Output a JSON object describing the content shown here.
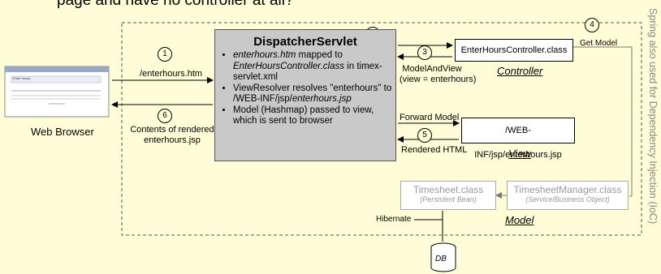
{
  "top_text": "page and have no controller at all?",
  "side_text": "Spring also used for Dependency Injection (IoC)",
  "browser": {
    "title": "Web Browser",
    "mini_title": "Enter Hours"
  },
  "steps": [
    "1",
    "2",
    "3",
    "4",
    "5",
    "6"
  ],
  "labels": {
    "request": "/enterhours.htm",
    "contents_line1": "Contents of rendered",
    "contents_line2": "enterhours.jsp",
    "model_and_view_line1": "ModelAndView",
    "model_and_view_line2": "(view = enterhours)",
    "get_model": "Get Model",
    "forward_model": "Forward Model",
    "rendered_html": "Rendered HTML",
    "hibernate": "Hibernate"
  },
  "dispatcher": {
    "title": "DispatcherServlet",
    "bullet1_a": "enterhours.htm",
    "bullet1_b": " mapped to ",
    "bullet1_c": "EnterHoursController.class",
    "bullet1_d": " in timex-servlet.xml",
    "bullet2_a": "ViewResolver resolves \"enterhours\" to /WEB-INF/jsp/",
    "bullet2_b": "enterhours.jsp",
    "bullet3": "Model (Hashmap) passed to view, which is sent to browser"
  },
  "controller": {
    "name": "EnterHoursController.class",
    "role": "Controller"
  },
  "view": {
    "name": "/WEB-INF/jsp/enterhours.jsp",
    "role": "View"
  },
  "model": {
    "timesheet": "Timesheet.class",
    "timesheet_sub": "(Persistent Bean)",
    "manager": "TimesheetManager.class",
    "manager_sub": "(Service/Business Object)",
    "role": "Model"
  },
  "db": "DB",
  "colors": {
    "background": "#fffdd8",
    "dispatcher_fill": "#c9c9c9",
    "muted_text": "#999999"
  }
}
